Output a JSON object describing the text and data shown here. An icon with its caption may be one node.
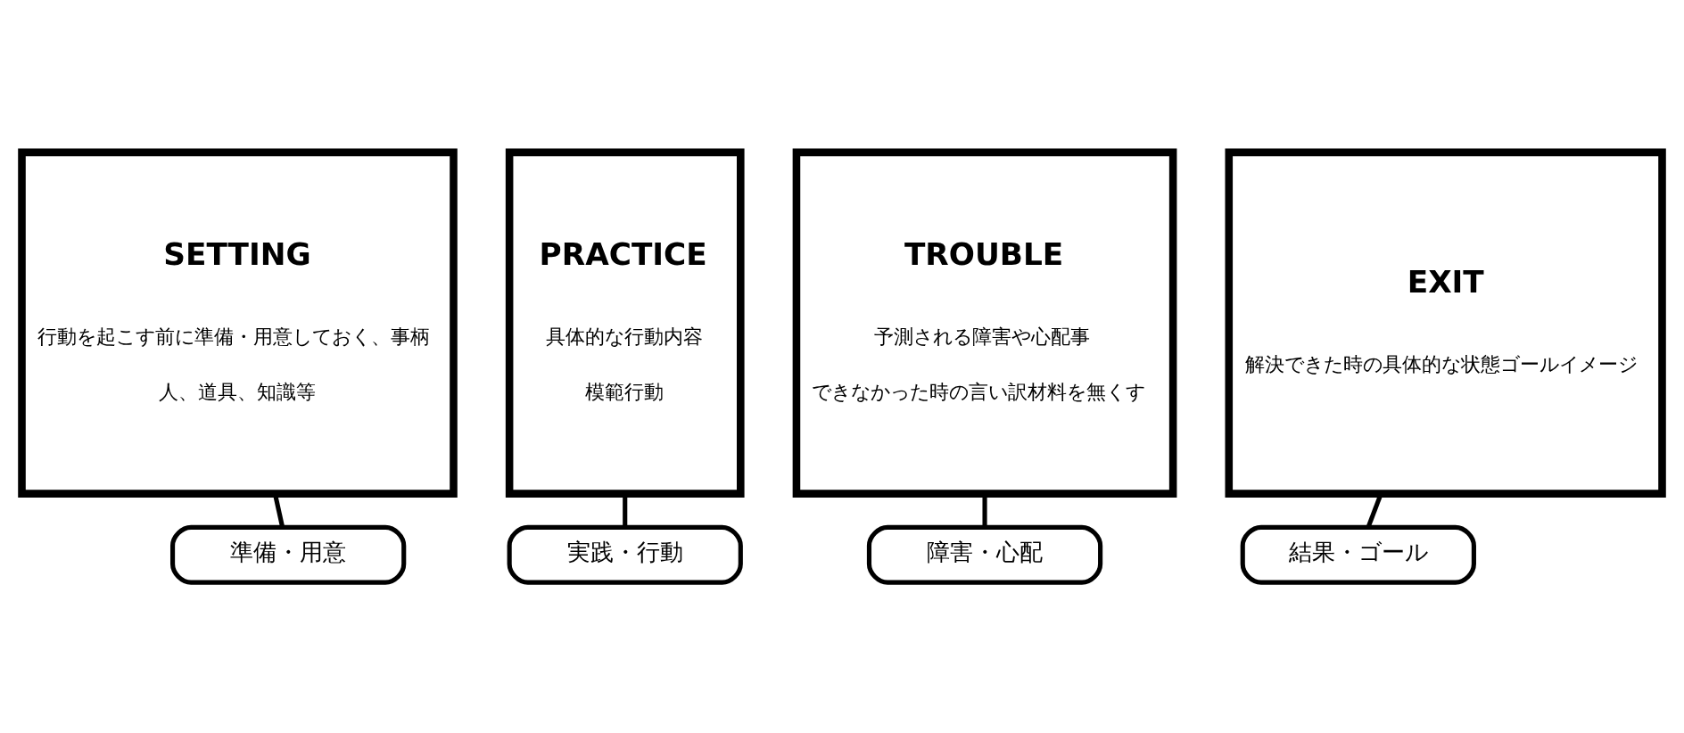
{
  "diagram": {
    "nodes": [
      {
        "text": [
          "SETTING",
          "行動を起こす前に準備・用意しておく、事柄",
          "人、道具、知識等"
        ]
      },
      {
        "text": [
          "PRACTICE",
          "具体的な行動内容",
          "模範行動"
        ]
      },
      {
        "text": [
          "TROUBLE",
          "予測される障害や心配事",
          "できなかった時の言い訳材料を無くす"
        ]
      },
      {
        "text": [
          "EXIT",
          "解決できた時の具体的な状態ゴールイメージ"
        ]
      },
      {
        "text": [
          "準備・用意"
        ]
      },
      {
        "text": [
          "実践・行動"
        ]
      },
      {
        "text": [
          "障害・心配"
        ]
      },
      {
        "text": [
          "結果・ゴール"
        ]
      }
    ],
    "edges": [
      {
        "from": 4,
        "to": 0,
        "arrow": "none"
      },
      {
        "from": 5,
        "to": 1,
        "arrow": "none"
      },
      {
        "from": 6,
        "to": 2,
        "arrow": "none"
      },
      {
        "from": 7,
        "to": 3,
        "arrow": "none"
      }
    ]
  }
}
